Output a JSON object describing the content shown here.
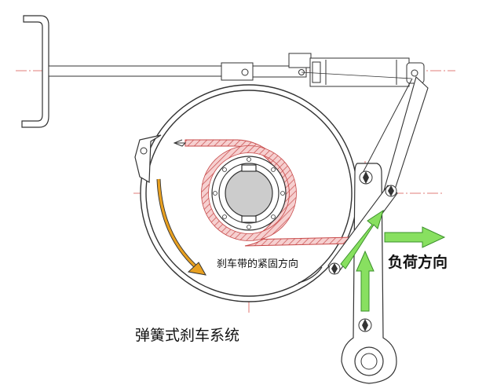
{
  "labels": {
    "tightening_direction": "刹车带的紧固方向",
    "load_direction": "负荷方向",
    "system_title": "弹簧式刹车系统"
  },
  "colors": {
    "line": "#333333",
    "centerline": "#d9534f",
    "band": "#c84b4b",
    "band_fill": "#f2caca",
    "arrow_green": "#88e060",
    "arrow_green_edge": "#3a8f2a",
    "arrow_orange": "#e8a020"
  }
}
